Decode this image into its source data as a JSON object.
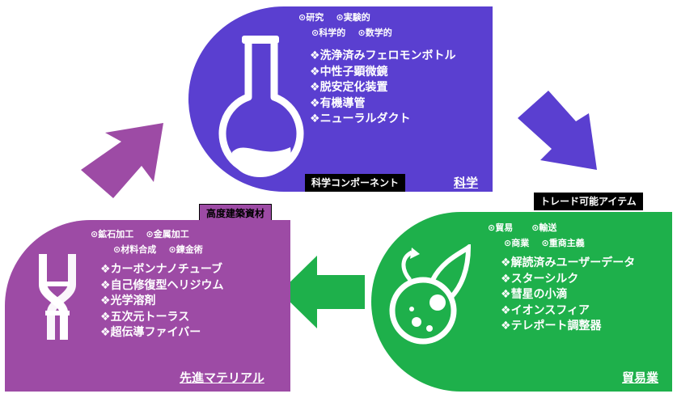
{
  "colors": {
    "science": "#5a3fd0",
    "trade": "#1eb04b",
    "material": "#9d4ba5",
    "arrow_purple": "#9d4ba5",
    "arrow_blue": "#5a3fd0",
    "arrow_green": "#1eb04b",
    "tab_dark": "#000000"
  },
  "science": {
    "tags_row1": [
      "研究",
      "実験的"
    ],
    "tags_row2": [
      "科学的",
      "数学的"
    ],
    "items": [
      "洗浄済みフェロモンボトル",
      "中性子顕微鏡",
      "脱安定化装置",
      "有機導管",
      "ニューラルダクト"
    ],
    "label": "科学コンポーネント",
    "title": "科学",
    "icon": "flask-icon"
  },
  "trade": {
    "label": "トレード可能アイテム",
    "tags_row1": [
      "貿易",
      "輸送"
    ],
    "tags_row2": [
      "商業",
      "重商主義"
    ],
    "items": [
      "解読済みユーザーデータ",
      "スターシルク",
      "彗星の小滴",
      "イオンスフィア",
      "テレポート調整器"
    ],
    "title": "貿易業",
    "icon": "cosmic-orb-icon"
  },
  "material": {
    "label": "高度建築資材",
    "tags_row1": [
      "鉱石加工",
      "金属加工"
    ],
    "tags_row2": [
      "材料合成",
      "鍊金術"
    ],
    "items": [
      "カーボンナノチューブ",
      "自己修復型ヘリジウム",
      "光学溶剤",
      "五次元トーラス",
      "超伝導ファイバー"
    ],
    "title": "先進マテリアル",
    "icon": "helix-icon"
  },
  "bullets": {
    "tag": "⊙",
    "item": "❖"
  }
}
